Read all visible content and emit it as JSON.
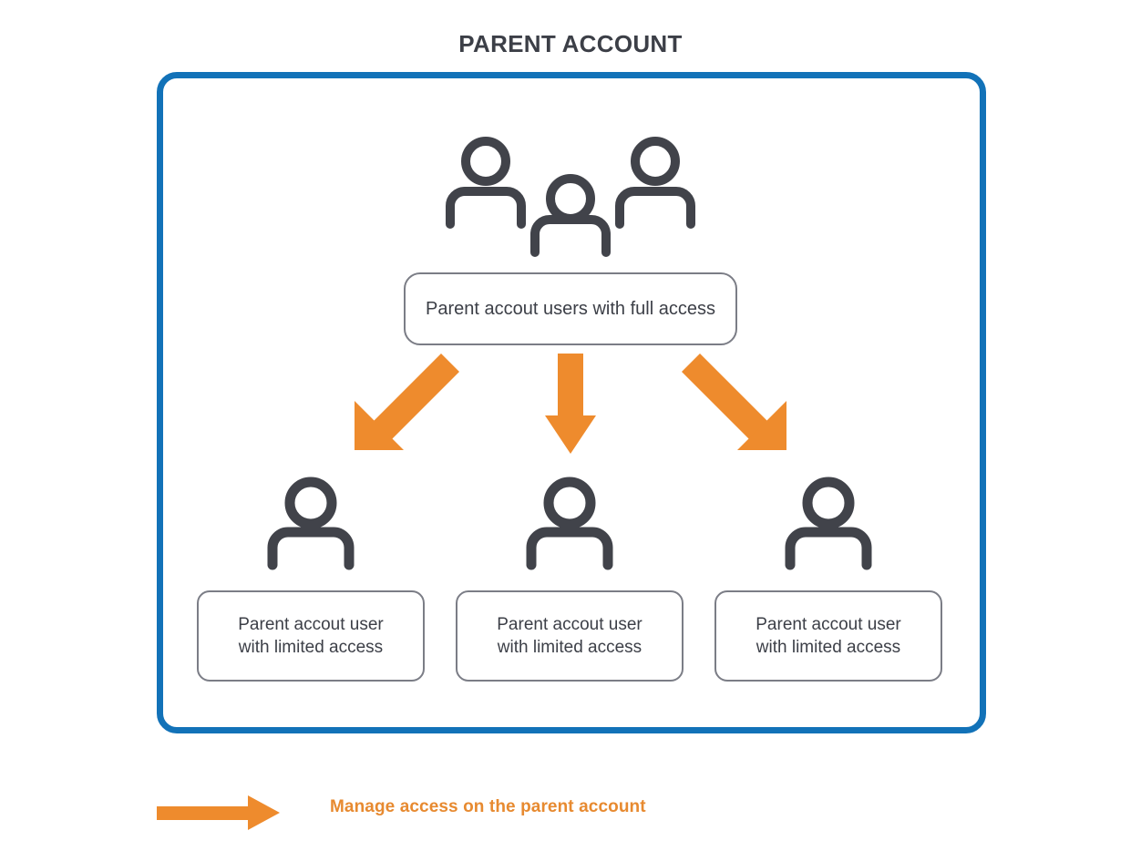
{
  "title": "PARENT ACCOUNT",
  "colors": {
    "container_border": "#1272b8",
    "box_border": "#7b7d86",
    "icon": "#41434a",
    "arrow": "#ee8b2d",
    "text": "#3c3f47",
    "legend_text": "#e78a30",
    "background": "#ffffff"
  },
  "container": {
    "name": "parent-account-container"
  },
  "top_node": {
    "icon": "three-users-icon",
    "label": "Parent accout users with full access"
  },
  "arrows": [
    {
      "name": "arrow-down-left",
      "direction": "down-left"
    },
    {
      "name": "arrow-down",
      "direction": "down"
    },
    {
      "name": "arrow-down-right",
      "direction": "down-right"
    }
  ],
  "child_nodes": [
    {
      "icon": "user-icon",
      "label_line_1": "Parent accout user",
      "label_line_2": "with limited access"
    },
    {
      "icon": "user-icon",
      "label_line_1": "Parent accout user",
      "label_line_2": "with limited access"
    },
    {
      "icon": "user-icon",
      "label_line_1": "Parent accout user",
      "label_line_2": "with limited access"
    }
  ],
  "legend": {
    "icon": "right-arrow-icon",
    "label": "Manage access on the parent account"
  }
}
